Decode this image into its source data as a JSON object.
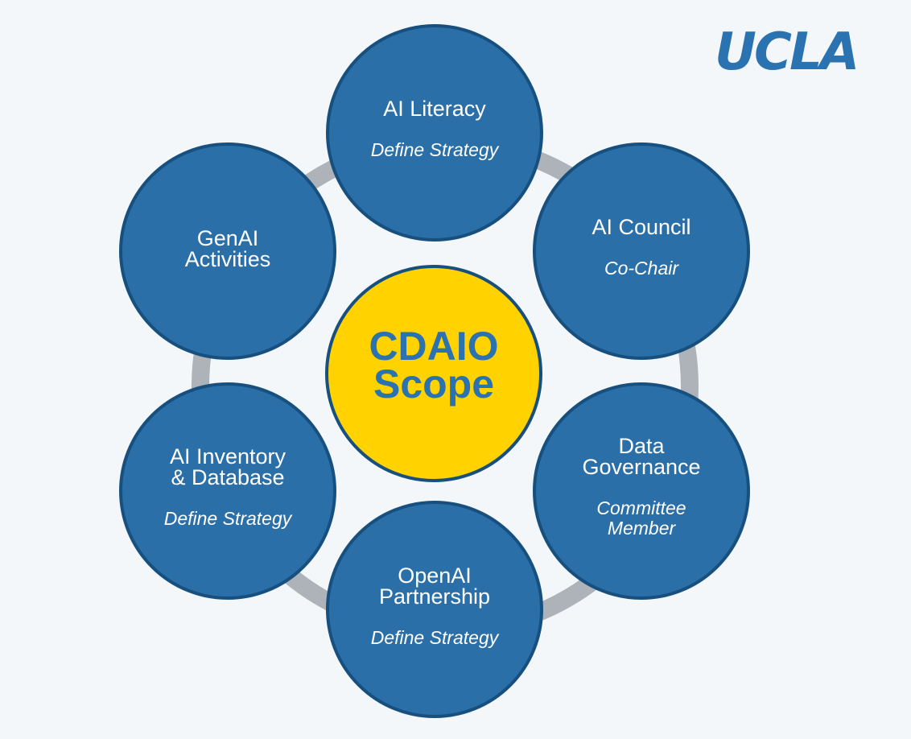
{
  "logo": {
    "text": "UCLA"
  },
  "center": {
    "line1": "CDAIO",
    "line2": "Scope"
  },
  "nodes": {
    "ai_literacy": {
      "title": "AI Literacy",
      "role": "Define Strategy"
    },
    "ai_council": {
      "title": "AI Council",
      "role": "Co-Chair"
    },
    "data_governance": {
      "title_line1": "Data",
      "title_line2": "Governance",
      "role_line1": "Committee",
      "role_line2": "Member"
    },
    "openai_partnership": {
      "title_line1": "OpenAI",
      "title_line2": "Partnership",
      "role": "Define Strategy"
    },
    "ai_inventory": {
      "title_line1": "AI Inventory",
      "title_line2": "& Database",
      "role": "Define Strategy"
    },
    "genai_activities": {
      "title_line1": "GenAI",
      "title_line2": "Activities"
    }
  },
  "colors": {
    "background": "#f4f7f9",
    "node_fill": "#2b6fa9",
    "node_border": "#17507f",
    "center_fill": "#ffd200",
    "center_text": "#2b72b0",
    "ring": "#adb3b8",
    "logo": "#2b72b0"
  }
}
